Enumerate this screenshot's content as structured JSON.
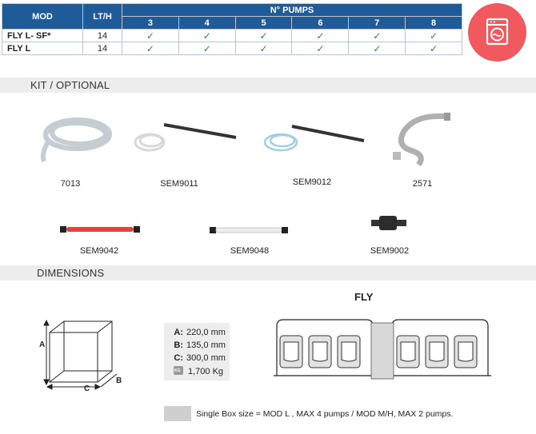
{
  "table": {
    "header": {
      "mod": "MOD",
      "lth": "LT/H",
      "pumps": "N° PUMPS"
    },
    "pump_counts": [
      "3",
      "4",
      "5",
      "6",
      "7",
      "8"
    ],
    "rows": [
      {
        "mod": "FLY L- SF*",
        "lth": "14",
        "checks": [
          "✓",
          "✓",
          "✓",
          "✓",
          "✓",
          "✓"
        ]
      },
      {
        "mod": "FLY L",
        "lth": "14",
        "checks": [
          "✓",
          "✓",
          "✓",
          "✓",
          "✓",
          "✓"
        ]
      }
    ]
  },
  "badge": {
    "icon": "washing-machine-icon",
    "color": "#f05a5e"
  },
  "sections": {
    "kit": "KIT / OPTIONAL",
    "dimensions": "DIMENSIONS"
  },
  "kit_items": [
    "7013",
    "SEM9011",
    "SEM9012",
    "2571",
    "SEM9042",
    "SEM9048",
    "SEM9002"
  ],
  "dimensions": {
    "labels": {
      "a": "A",
      "b": "B",
      "c": "C"
    },
    "rows": [
      {
        "key": "A:",
        "value": "220,0 mm"
      },
      {
        "key": "B:",
        "value": "135,0 mm"
      },
      {
        "key": "C:",
        "value": "300,0 mm"
      },
      {
        "key": "KG",
        "value": "1,700 Kg"
      }
    ]
  },
  "product": {
    "title": "FLY"
  },
  "note": "Single Box size = MOD L , MAX 4 pumps / MOD M/H, MAX 2 pumps.",
  "colors": {
    "header": "#1f5a99",
    "check": "#2e8b2e",
    "band": "#ededed"
  }
}
